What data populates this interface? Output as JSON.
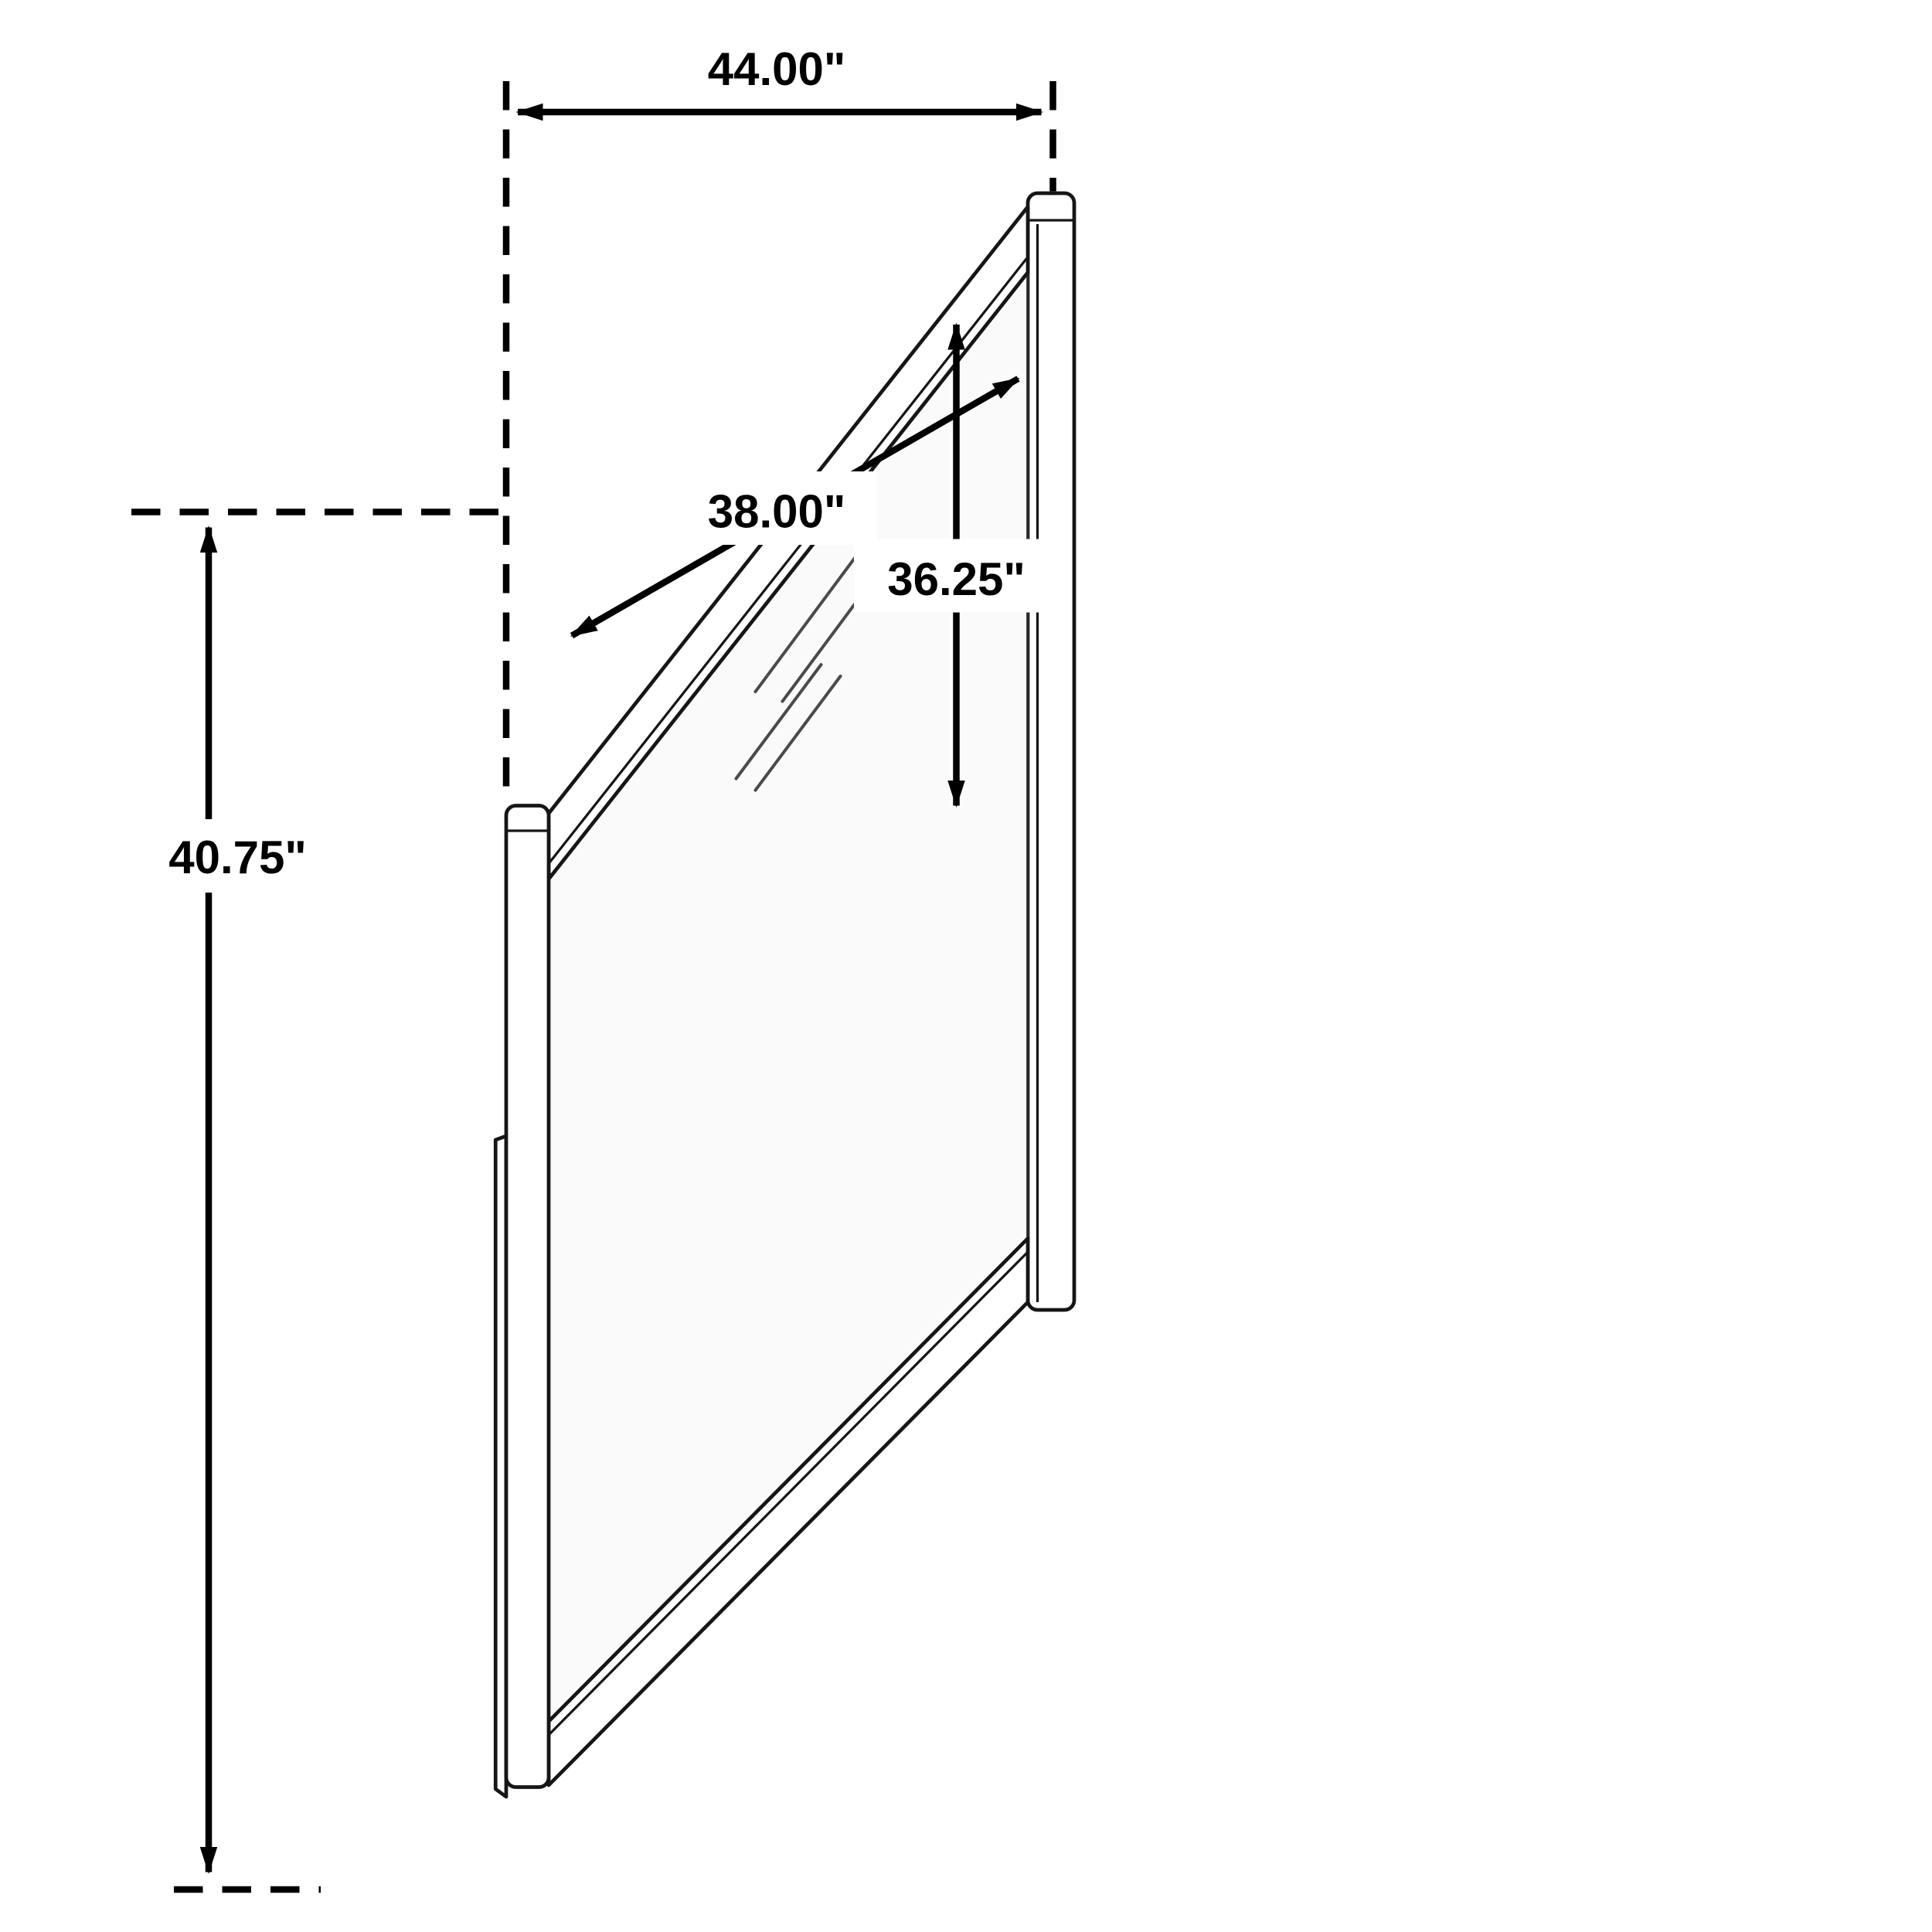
{
  "diagram": {
    "background_color": "#ffffff",
    "line_color": "#000000",
    "glass_color": "#fafafa",
    "dimensions": {
      "overall_width": "44.00\"",
      "overall_height": "40.75\"",
      "mirror_width": "38.00\"",
      "mirror_height": "36.25\""
    }
  }
}
